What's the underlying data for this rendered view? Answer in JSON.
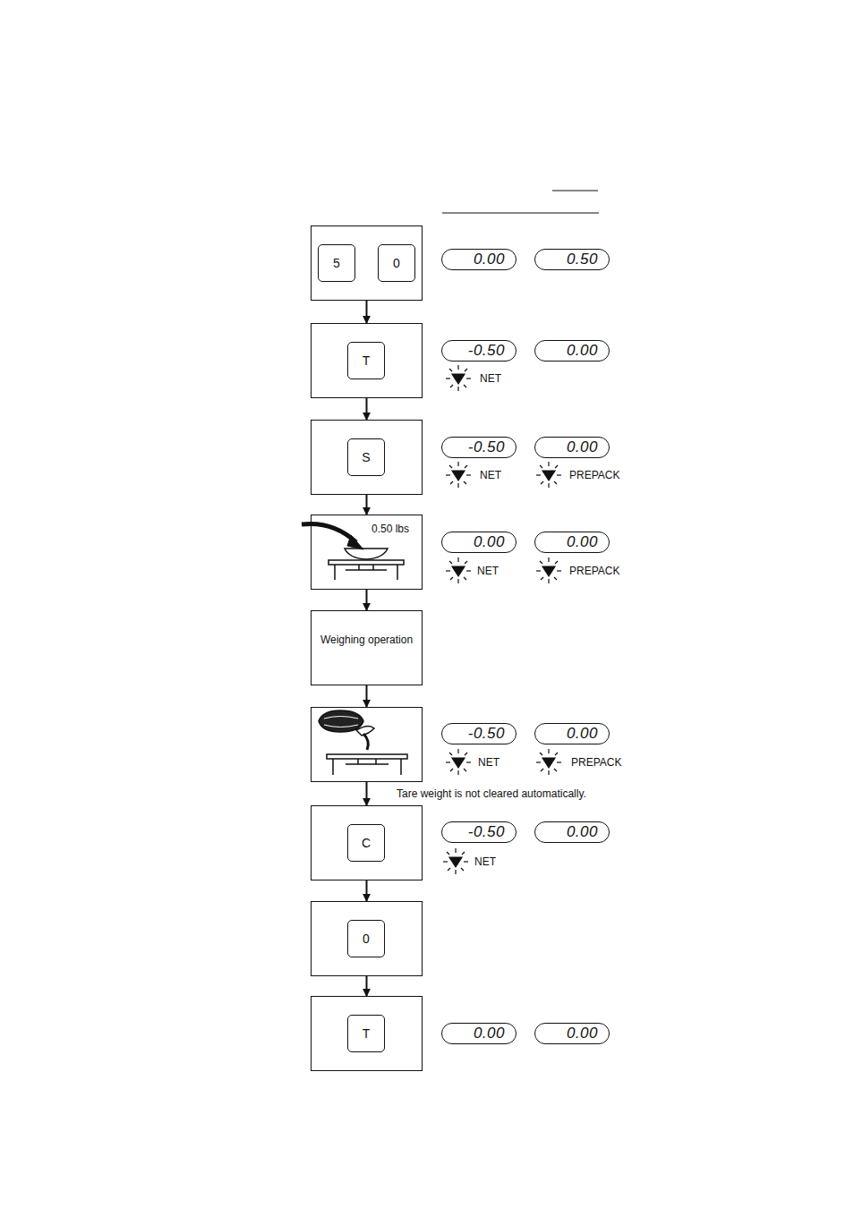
{
  "diagram": {
    "nodes": [
      {
        "text": []
      },
      {
        "text": [
          "5"
        ],
        "in": 0
      },
      {
        "text": [
          "0"
        ],
        "in": 0
      },
      {
        "text": [
          "0.00"
        ]
      },
      {
        "text": [
          "0.50"
        ]
      },
      {
        "text": []
      },
      {
        "text": [
          "T"
        ],
        "in": 5
      },
      {
        "text": [
          "-0.50"
        ]
      },
      {
        "text": [
          "0.00"
        ]
      },
      {
        "text": []
      },
      {
        "text": [
          "S"
        ],
        "in": 9
      },
      {
        "text": [
          "-0.50"
        ]
      },
      {
        "text": [
          "0.00"
        ]
      },
      {
        "text": [
          "0.50 lbs"
        ]
      },
      {
        "text": [
          "0.00"
        ]
      },
      {
        "text": [
          "0.00"
        ]
      },
      {
        "text": [
          "Weighing operation"
        ]
      },
      {
        "text": []
      },
      {
        "text": [
          "-0.50"
        ]
      },
      {
        "text": [
          "0.00"
        ]
      },
      {
        "text": []
      },
      {
        "text": [
          "C"
        ],
        "in": 20
      },
      {
        "text": [
          "-0.50"
        ]
      },
      {
        "text": [
          "0.00"
        ]
      },
      {
        "text": []
      },
      {
        "text": [
          "0"
        ],
        "in": 24
      },
      {
        "text": []
      },
      {
        "text": [
          "T"
        ],
        "in": 26
      },
      {
        "text": [
          "0.00"
        ]
      },
      {
        "text": [
          "0.00"
        ]
      }
    ],
    "edges": [
      {
        "from": 0,
        "to": 5,
        "arrow": "to"
      },
      {
        "from": 5,
        "to": 9,
        "arrow": "to"
      },
      {
        "from": 9,
        "to": 13,
        "arrow": "to"
      },
      {
        "from": 13,
        "to": 16,
        "arrow": "to"
      },
      {
        "from": 16,
        "to": 17,
        "arrow": "to"
      },
      {
        "from": 17,
        "to": 20,
        "arrow": "to"
      },
      {
        "from": 20,
        "to": 24,
        "arrow": "to"
      },
      {
        "from": 24,
        "to": 26,
        "arrow": "to"
      }
    ],
    "labels": [
      "NET",
      "NET",
      "PREPACK",
      "NET",
      "PREPACK",
      "NET",
      "PREPACK",
      "Tare weight is not cleared automatically.",
      "NET"
    ]
  }
}
